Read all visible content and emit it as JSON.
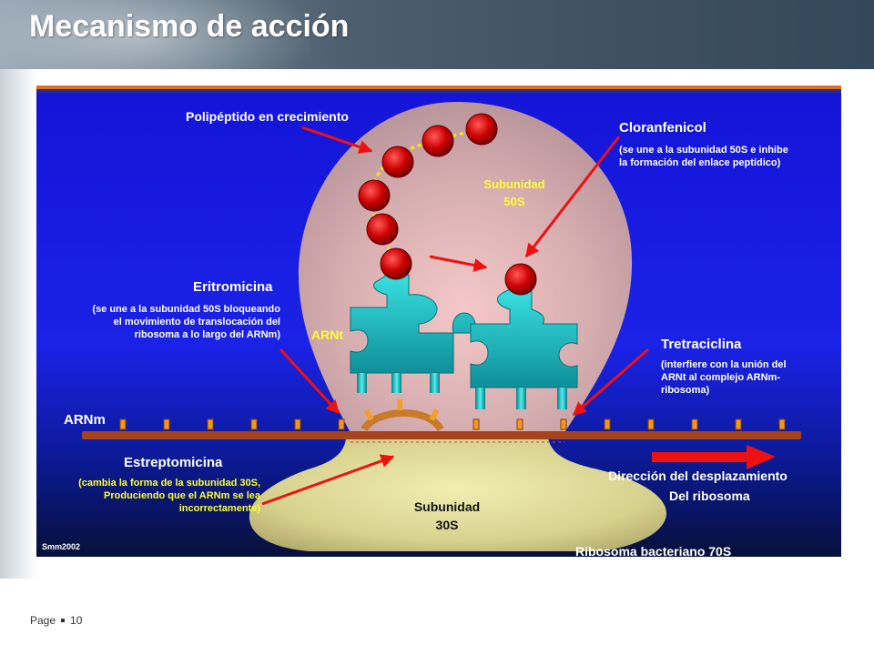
{
  "slide": {
    "title": "Mecanismo de acción",
    "footer_page_label": "Page",
    "footer_page_number": "10"
  },
  "diagram": {
    "polipeptido": "Polipéptido en crecimiento",
    "cloranfenicol": "Cloranfenicol",
    "cloranfenicol_desc": [
      "(se une a la subunidad 50S e inhibe",
      "la formación del enlace peptídico)"
    ],
    "subunidad_50s": [
      "Subunidad",
      "50S"
    ],
    "eritromicina": "Eritromicina",
    "eritromicina_desc": [
      "(se une a la subunidad 50S bloqueando",
      "el movimiento de translocación del",
      "ribosoma a lo largo del ARNm)"
    ],
    "arnt": "ARNt",
    "tetraciclina": "Tretraciclina",
    "tetraciclina_desc": [
      "(interfiere con la unión del",
      "ARNt al complejo ARNm-",
      "ribosoma)"
    ],
    "arnm": "ARNm",
    "estreptomicina": "Estreptomicina",
    "estreptomicina_desc": [
      "(cambia la forma de la subunidad 30S,",
      "Produciendo que el ARNm se lea",
      "incorrectamente)"
    ],
    "subunidad_30s": [
      "Subunidad",
      "30S"
    ],
    "direccion": [
      "Dirección del desplazamiento",
      "Del ribosoma"
    ],
    "credit": "Smm2002",
    "caption": "Ribosoma bacteriano 70S"
  },
  "colors": {
    "background_blue": "#1a1adf",
    "ribosome_50s": "#d9b3b3",
    "ribosome_30s": "#dcd796",
    "trna": "#1fc6c6",
    "peptide_bead": "#d40000",
    "arrows": "#ee1111",
    "mrna": "#a5431c"
  }
}
